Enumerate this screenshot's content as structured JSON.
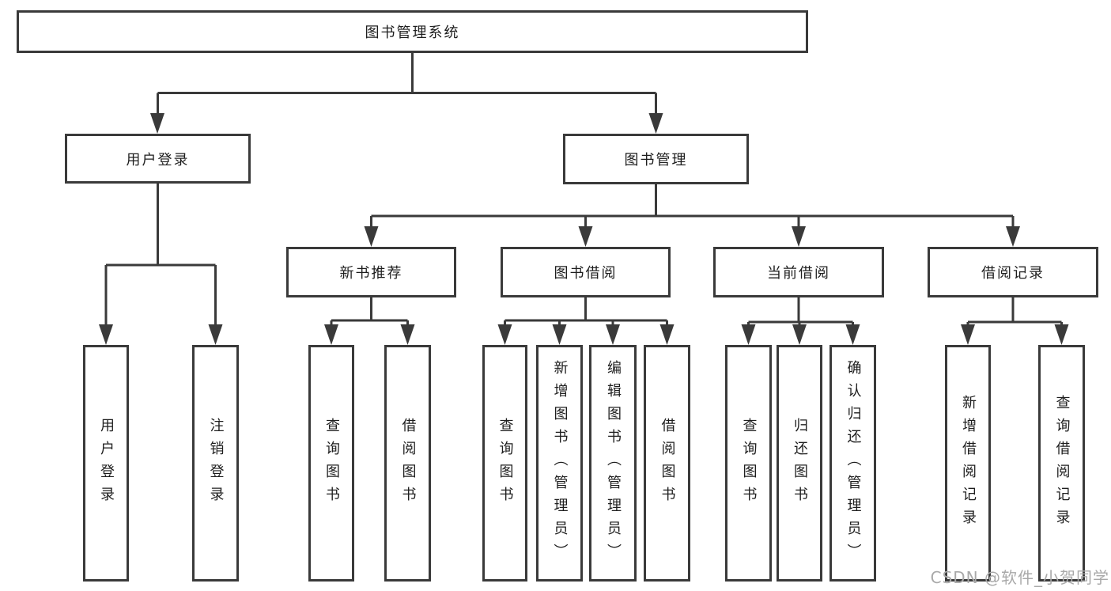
{
  "diagram": {
    "root": {
      "label": "图书管理系统"
    },
    "level2": [
      {
        "label": "用户登录"
      },
      {
        "label": "图书管理"
      }
    ],
    "level3": [
      {
        "label": "新书推荐"
      },
      {
        "label": "图书借阅"
      },
      {
        "label": "当前借阅"
      },
      {
        "label": "借阅记录"
      }
    ],
    "leaves": [
      {
        "label": "用户登录"
      },
      {
        "label": "注销登录"
      },
      {
        "label": "查询图书"
      },
      {
        "label": "借阅图书"
      },
      {
        "label": "查询图书"
      },
      {
        "label": "新增图书（管理员）"
      },
      {
        "label": "编辑图书（管理员）"
      },
      {
        "label": "借阅图书"
      },
      {
        "label": "查询图书"
      },
      {
        "label": "归还图书"
      },
      {
        "label": "确认归还（管理员）"
      },
      {
        "label": "新增借阅记录"
      },
      {
        "label": "查询借阅记录"
      }
    ],
    "watermark": "CSDN @软件_小贺同学",
    "colors": {
      "line": "#3a3a3a",
      "box_border": "#3a3a3a",
      "box_fill": "#ffffff",
      "text": "#1e1e1e",
      "watermark": "#a9a9a9",
      "background": "#ffffff"
    }
  }
}
